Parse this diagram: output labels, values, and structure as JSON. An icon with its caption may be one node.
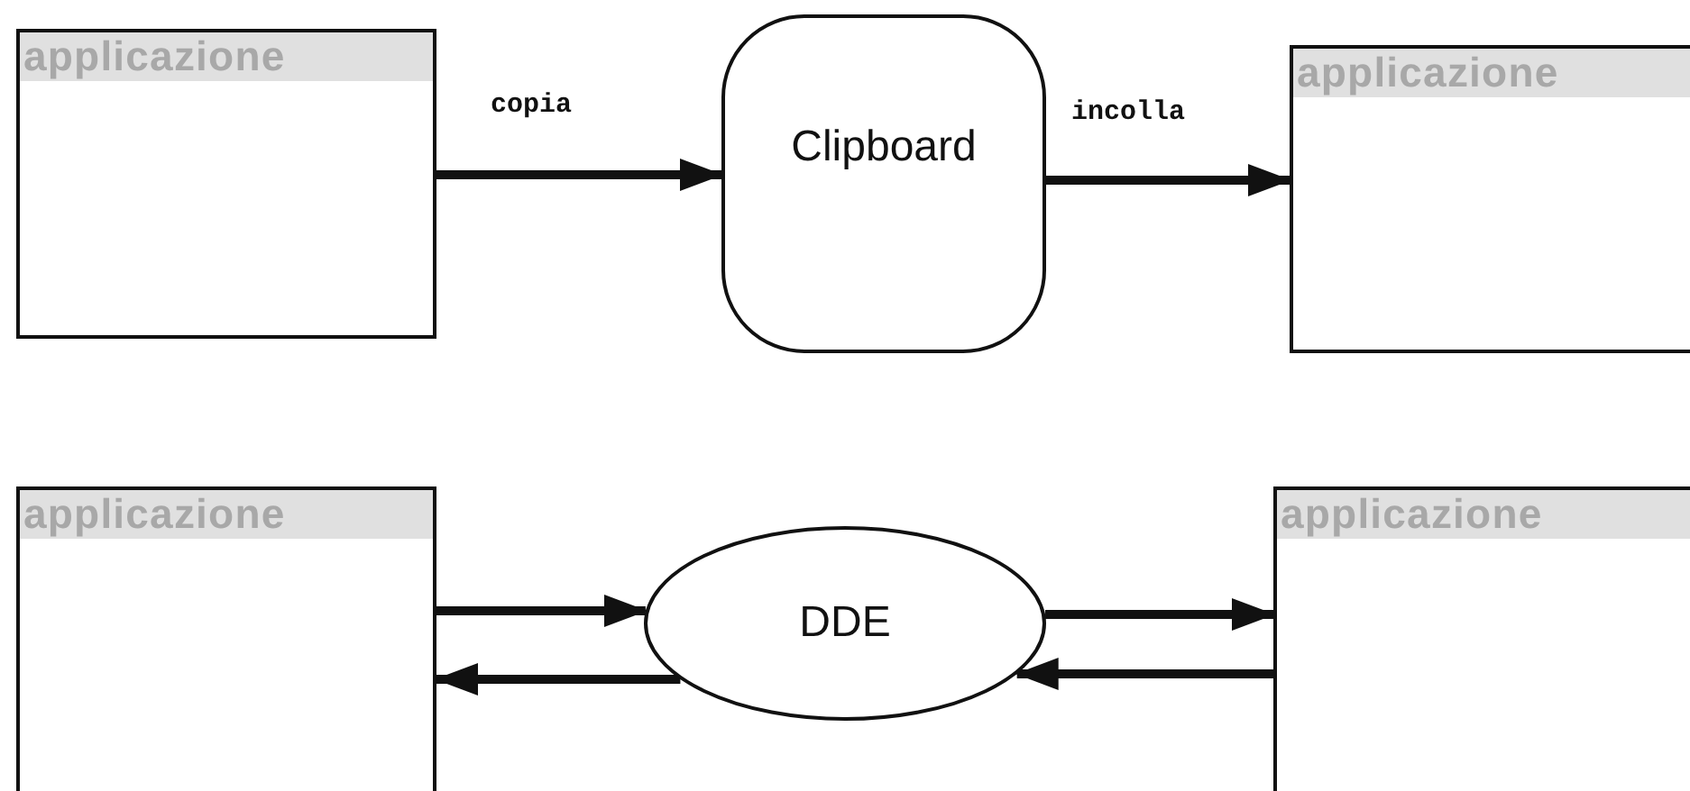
{
  "diagram": {
    "nodes": [
      {
        "text": [
          "applicazione"
        ]
      },
      {
        "text": [
          "Clipboard"
        ]
      },
      {
        "text": [
          "applicazione"
        ]
      },
      {
        "text": [
          "applicazione"
        ]
      },
      {
        "text": [
          "DDE"
        ]
      },
      {
        "text": [
          "applicazione"
        ]
      }
    ],
    "edges": [
      {
        "from": 0,
        "to": 1,
        "arrow": "to",
        "label": "copia"
      },
      {
        "from": 1,
        "to": 2,
        "arrow": "to",
        "label": "incolla"
      },
      {
        "from": 3,
        "to": 4,
        "arrow": "to"
      },
      {
        "from": 4,
        "to": 3,
        "arrow": "to"
      },
      {
        "from": 4,
        "to": 5,
        "arrow": "to"
      },
      {
        "from": 5,
        "to": 4,
        "arrow": "to"
      }
    ]
  }
}
